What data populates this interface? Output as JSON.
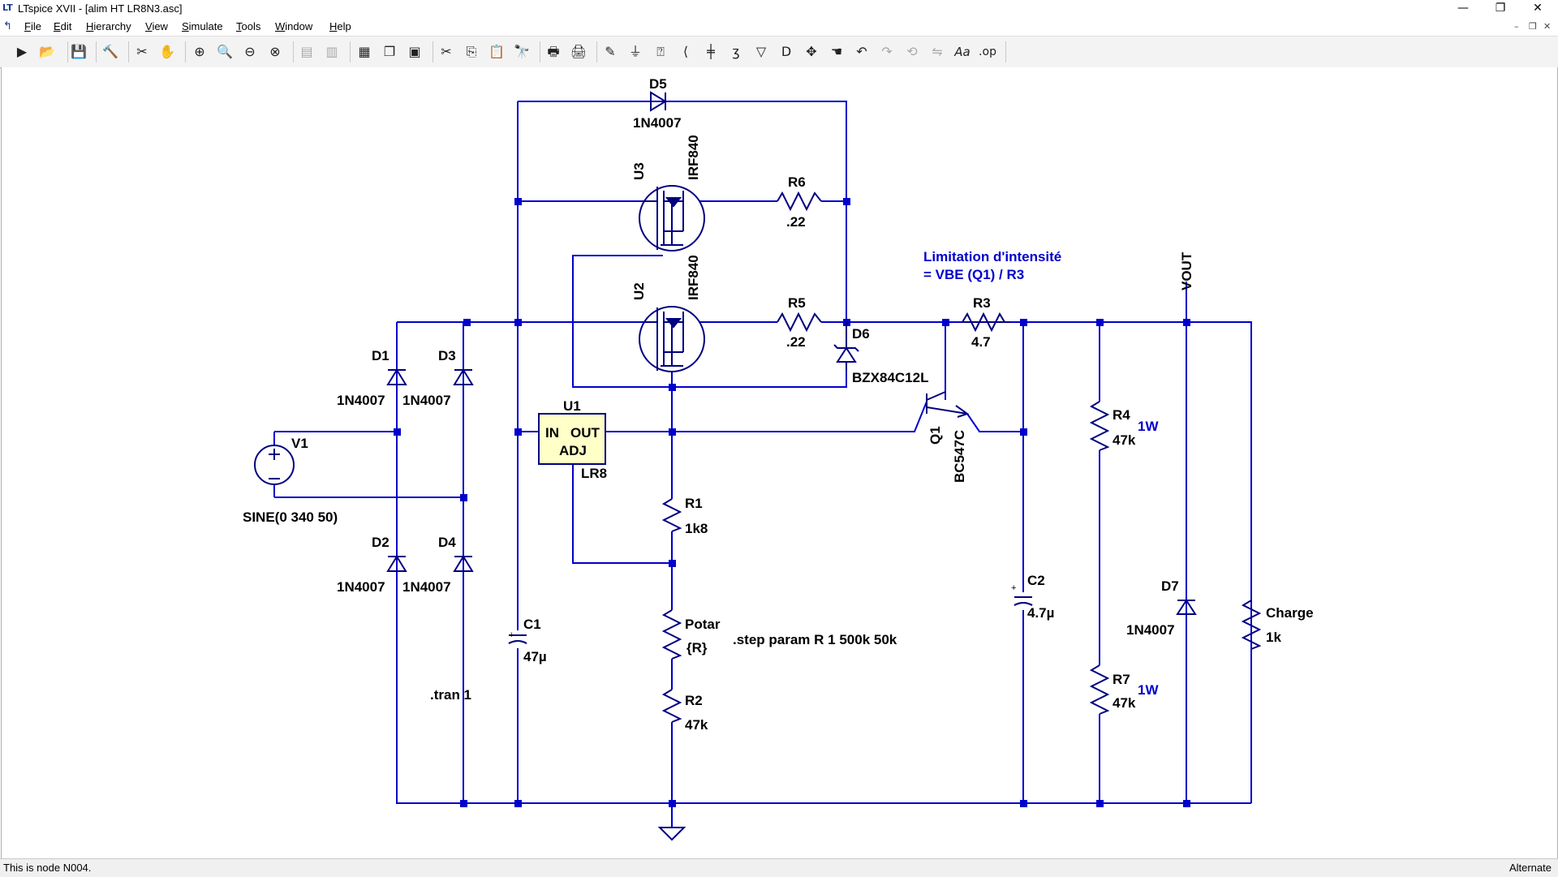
{
  "window": {
    "title": "LTspice XVII - [alim HT LR8N3.asc]",
    "app_icon_glyph": "LT",
    "minimize_glyph": "—",
    "restore_glyph": "❐",
    "close_glyph": "✕"
  },
  "menu": {
    "mdi_icon_glyph": "↰",
    "items": [
      "File",
      "Edit",
      "Hierarchy",
      "View",
      "Simulate",
      "Tools",
      "Window",
      "Help"
    ],
    "mdi_min": "–",
    "mdi_restore": "❐",
    "mdi_close": "✕"
  },
  "toolbar": {
    "buttons": [
      {
        "icon": "run-icon",
        "glyph": "▶"
      },
      {
        "icon": "open-icon",
        "glyph": "📂"
      },
      {
        "icon": "save-icon",
        "glyph": "💾"
      },
      {
        "icon": "control-panel-icon",
        "glyph": "🔨"
      },
      {
        "icon": "run-halt-icon",
        "glyph": "✂"
      },
      {
        "icon": "pan-icon",
        "glyph": "✋"
      },
      {
        "icon": "zoom-in-icon",
        "glyph": "⊕"
      },
      {
        "icon": "zoom-area-icon",
        "glyph": "🔍"
      },
      {
        "icon": "zoom-out-icon",
        "glyph": "⊖"
      },
      {
        "icon": "zoom-cancel-icon",
        "glyph": "⊗"
      },
      {
        "icon": "tile-horizontal-icon",
        "glyph": "▤"
      },
      {
        "icon": "tile-vertical-icon",
        "glyph": "▥"
      },
      {
        "icon": "window-tile-icon",
        "glyph": "▦"
      },
      {
        "icon": "cascade-icon",
        "glyph": "❐"
      },
      {
        "icon": "close-window-icon",
        "glyph": "▣"
      },
      {
        "icon": "cut-icon",
        "glyph": "✂"
      },
      {
        "icon": "copy-icon",
        "glyph": "⎘"
      },
      {
        "icon": "paste-icon",
        "glyph": "📋"
      },
      {
        "icon": "find-icon",
        "glyph": "🔭"
      },
      {
        "icon": "print-icon",
        "glyph": "🖶"
      },
      {
        "icon": "print-preview-icon",
        "glyph": "🖨"
      },
      {
        "icon": "draw-wire-icon",
        "glyph": "✎"
      },
      {
        "icon": "ground-icon",
        "glyph": "⏚"
      },
      {
        "icon": "label-net-icon",
        "glyph": "⍰"
      },
      {
        "icon": "resistor-icon",
        "glyph": "⟨"
      },
      {
        "icon": "capacitor-icon",
        "glyph": "╪"
      },
      {
        "icon": "inductor-icon",
        "glyph": "ʒ"
      },
      {
        "icon": "diode-icon",
        "glyph": "▽"
      },
      {
        "icon": "component-icon",
        "glyph": "D"
      },
      {
        "icon": "move-icon",
        "glyph": "✥"
      },
      {
        "icon": "drag-icon",
        "glyph": "☚"
      },
      {
        "icon": "undo-icon",
        "glyph": "↶"
      },
      {
        "icon": "redo-icon",
        "glyph": "↷"
      },
      {
        "icon": "rotate-icon",
        "glyph": "⟲"
      },
      {
        "icon": "mirror-icon",
        "glyph": "⇋"
      },
      {
        "icon": "text-icon",
        "glyph": "Aa"
      },
      {
        "icon": "spice-directive-icon",
        "glyph": ".op"
      }
    ]
  },
  "schematic": {
    "labels": {
      "d5_name": "D5",
      "d5_value": "1N4007",
      "u3_name": "U3",
      "u3_value": "IRF840",
      "u2_name": "U2",
      "u2_value": "IRF840",
      "r6_name": "R6",
      "r6_value": ".22",
      "r5_name": "R5",
      "r5_value": ".22",
      "d6_name": "D6",
      "d6_value": "BZX84C12L",
      "note_line1": "Limitation d'intensité",
      "note_line2": "= VBE (Q1) / R3",
      "vout": "VOUT",
      "r3_name": "R3",
      "r3_value": "4.7",
      "d1_name": "D1",
      "d1_value": "1N4007",
      "d3_name": "D3",
      "d3_value": "1N4007",
      "d2_name": "D2",
      "d2_value": "1N4007",
      "d4_name": "D4",
      "d4_value": "1N4007",
      "v1_name": "V1",
      "v1_value": "SINE(0 340 50)",
      "u1_name": "U1",
      "u1_value": "LR8",
      "u1_in": "IN",
      "u1_out": "OUT",
      "u1_adj": "ADJ",
      "q1_name": "Q1",
      "q1_value": "BC547C",
      "r4_name": "R4",
      "r4_value": "47k",
      "r4_power": "1W",
      "r7_name": "R7",
      "r7_value": "47k",
      "r7_power": "1W",
      "r1_name": "R1",
      "r1_value": "1k8",
      "potar_name": "Potar",
      "potar_value": "{R}",
      "r2_name": "R2",
      "r2_value": "47k",
      "c1_name": "C1",
      "c1_value": "47µ",
      "c2_name": "C2",
      "c2_value": "4.7µ",
      "d7_name": "D7",
      "d7_value": "1N4007",
      "charge_name": "Charge",
      "charge_value": "1k",
      "step_directive": ".step param R 1 500k 50k",
      "tran_directive": ".tran 1"
    },
    "colors": {
      "wire": "#0000cc",
      "component": "#000080",
      "text": "#000000",
      "note": "#0000cc"
    }
  },
  "status": {
    "left": "This is node N004.",
    "right": "Alternate"
  }
}
